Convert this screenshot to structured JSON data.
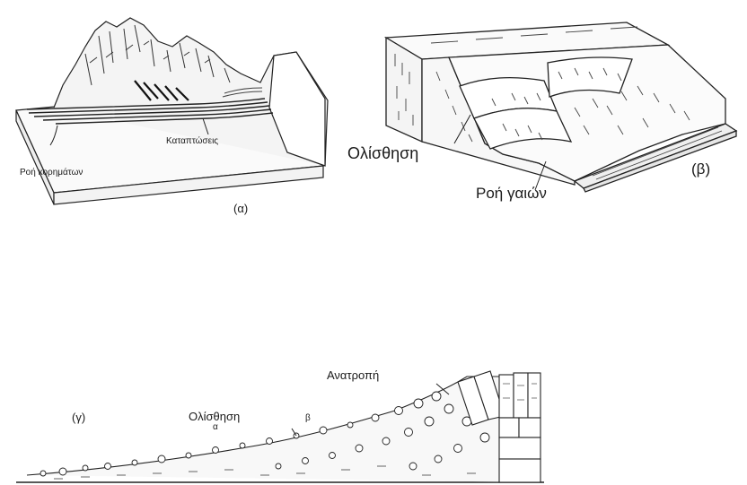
{
  "panels": {
    "a": {
      "label": "(α)",
      "annotations": {
        "rockfalls": "Καταπτώσεις",
        "debris_flow": "Ροή κορημάτων"
      }
    },
    "b": {
      "label": "(β)",
      "annotations": {
        "slide": "Ολίσθηση",
        "earthflow": "Ροή γαιών"
      }
    },
    "c": {
      "label": "(γ)",
      "annotations": {
        "topple": "Ανατροπή",
        "slide": "Ολίσθηση",
        "point_alpha": "α",
        "point_beta": "β"
      }
    }
  }
}
